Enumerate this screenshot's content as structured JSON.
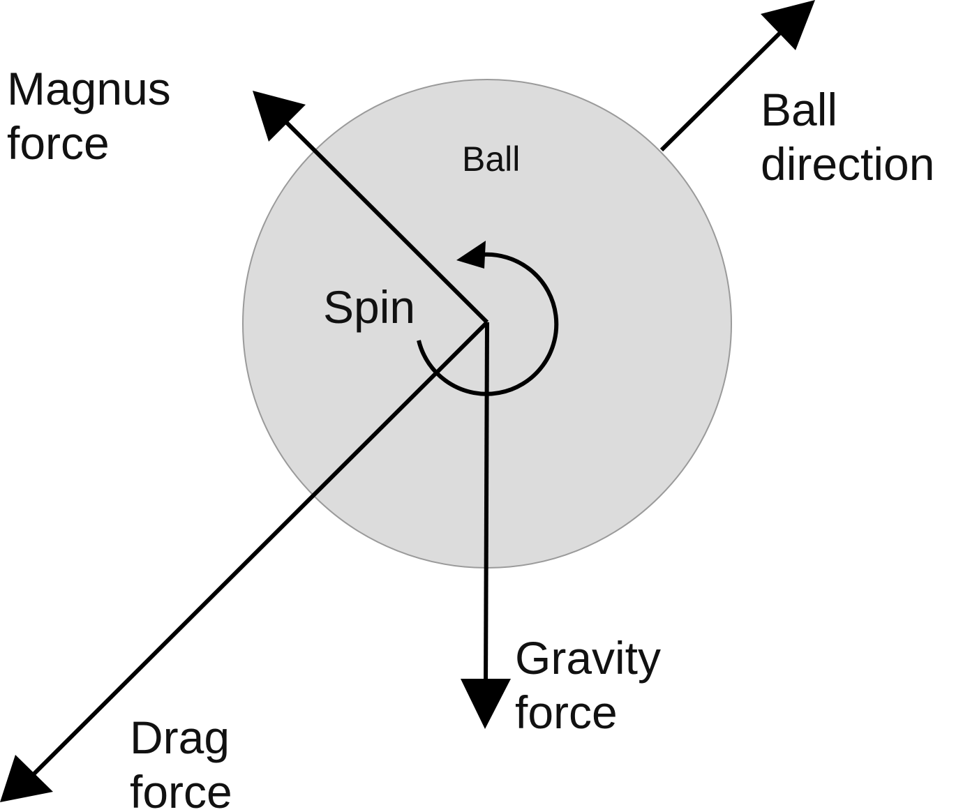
{
  "labels": {
    "magnus": [
      "Magnus",
      "force"
    ],
    "ball_direction": [
      "Ball",
      "direction"
    ],
    "ball": "Ball",
    "spin": "Spin",
    "gravity": [
      "Gravity",
      "force"
    ],
    "drag": [
      "Drag",
      "force"
    ]
  },
  "colors": {
    "ball_fill": "#dcdcdc",
    "ball_stroke": "#9a9a9a",
    "arrow": "#000000",
    "text": "#111111"
  }
}
